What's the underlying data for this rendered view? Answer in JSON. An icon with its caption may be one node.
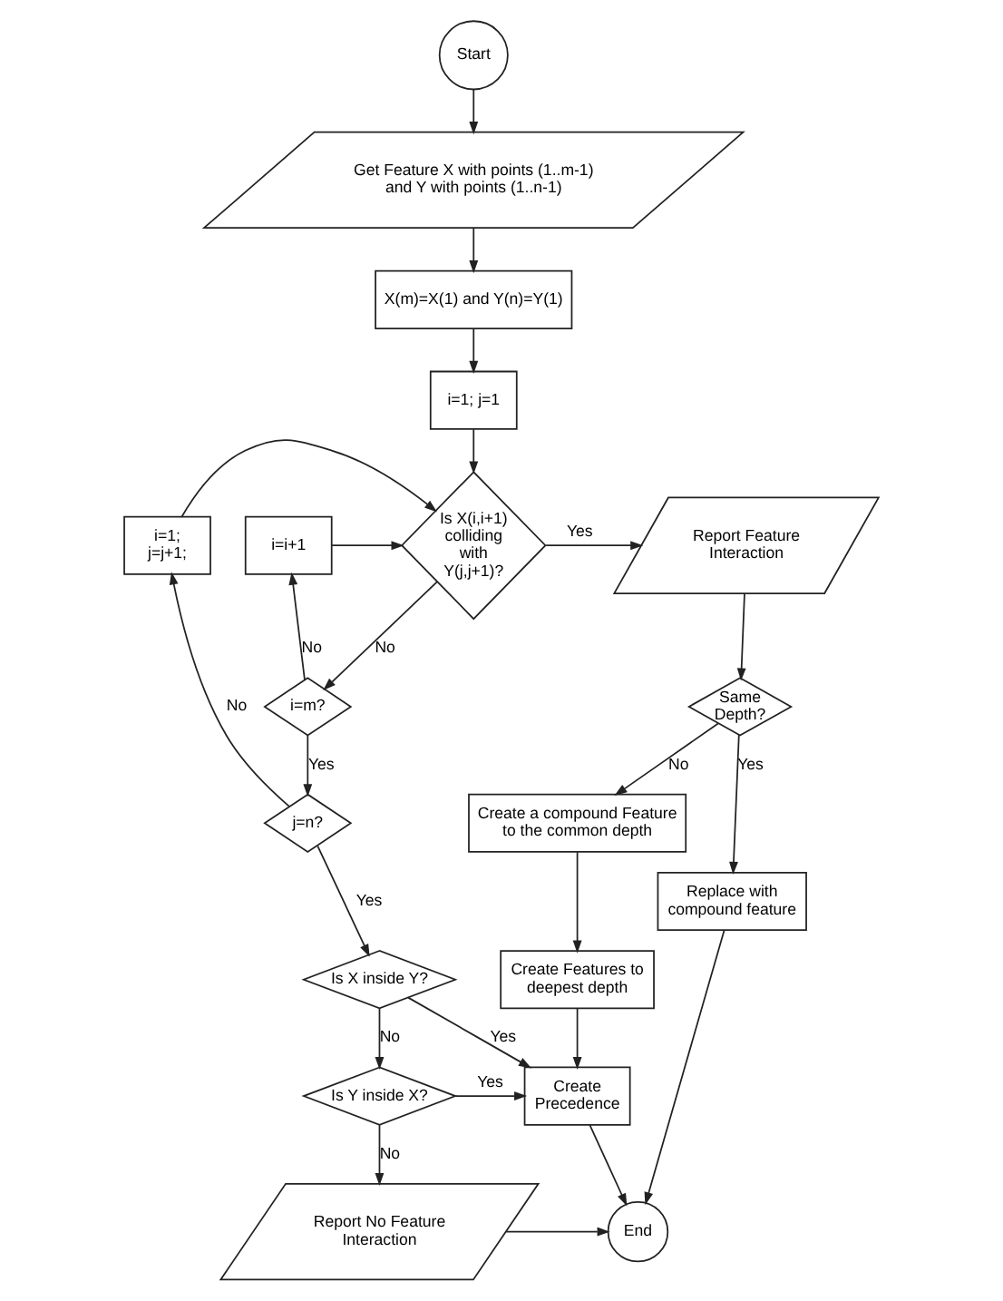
{
  "diagram": {
    "nodes": [
      {
        "text": [
          "Start"
        ]
      },
      {
        "text": [
          "Get Feature X with points (1..m-1) and Y with points (1..n-1)"
        ]
      },
      {
        "text": [
          "X(m)=X(1) and Y(n)=Y(1)"
        ]
      },
      {
        "text": [
          "i=1; j=1"
        ]
      },
      {
        "text": [
          "i=1; j=j+1;"
        ]
      },
      {
        "text": [
          "i=i+1"
        ]
      },
      {
        "text": [
          "Is X(i,i+1) colliding with Y(j,j+1)?"
        ]
      },
      {
        "text": [
          "Report Feature Interaction"
        ]
      },
      {
        "text": [
          "i=m?"
        ]
      },
      {
        "text": [
          "Same Depth?"
        ]
      },
      {
        "text": [
          "j=n?"
        ]
      },
      {
        "text": [
          "Create a compound Feature to the common depth"
        ]
      },
      {
        "text": [
          "Create Features to deepest depth"
        ]
      },
      {
        "text": [
          "Is X inside Y?"
        ]
      },
      {
        "text": [
          "Replace with compound feature"
        ]
      },
      {
        "text": [
          "Is Y inside X?"
        ]
      },
      {
        "text": [
          "Create Precedence"
        ]
      },
      {
        "text": [
          "Report No Feature Interaction"
        ]
      },
      {
        "text": [
          "End"
        ]
      }
    ],
    "edges": [
      {
        "from": 0,
        "to": 1,
        "arrow": "to"
      },
      {
        "from": 1,
        "to": 2,
        "arrow": "to"
      },
      {
        "from": 2,
        "to": 3,
        "arrow": "to"
      },
      {
        "from": 3,
        "to": 6,
        "arrow": "to"
      },
      {
        "from": 4,
        "to": 6,
        "arrow": "to"
      },
      {
        "from": 5,
        "to": 6,
        "arrow": "to"
      },
      {
        "from": 6,
        "to": 7,
        "arrow": "to",
        "label": "Yes"
      },
      {
        "from": 6,
        "to": 8,
        "arrow": "to",
        "label": "No"
      },
      {
        "from": 8,
        "to": 5,
        "arrow": "to",
        "label": "No"
      },
      {
        "from": 8,
        "to": 10,
        "arrow": "to",
        "label": "Yes"
      },
      {
        "from": 10,
        "to": 4,
        "arrow": "to",
        "label": "No"
      },
      {
        "from": 10,
        "to": 13,
        "arrow": "to",
        "label": "Yes"
      },
      {
        "from": 7,
        "to": 9,
        "arrow": "to"
      },
      {
        "from": 9,
        "to": 11,
        "arrow": "to",
        "label": "No"
      },
      {
        "from": 9,
        "to": 14,
        "arrow": "to",
        "label": "Yes"
      },
      {
        "from": 11,
        "to": 12,
        "arrow": "to"
      },
      {
        "from": 12,
        "to": 16,
        "arrow": "to"
      },
      {
        "from": 13,
        "to": 16,
        "arrow": "to",
        "label": "Yes"
      },
      {
        "from": 13,
        "to": 15,
        "arrow": "to",
        "label": "No"
      },
      {
        "from": 15,
        "to": 16,
        "arrow": "to",
        "label": "Yes"
      },
      {
        "from": 15,
        "to": 17,
        "arrow": "to",
        "label": "No"
      },
      {
        "from": 16,
        "to": 18,
        "arrow": "to"
      },
      {
        "from": 14,
        "to": 18,
        "arrow": "to"
      },
      {
        "from": 17,
        "to": 18,
        "arrow": "to"
      }
    ]
  }
}
